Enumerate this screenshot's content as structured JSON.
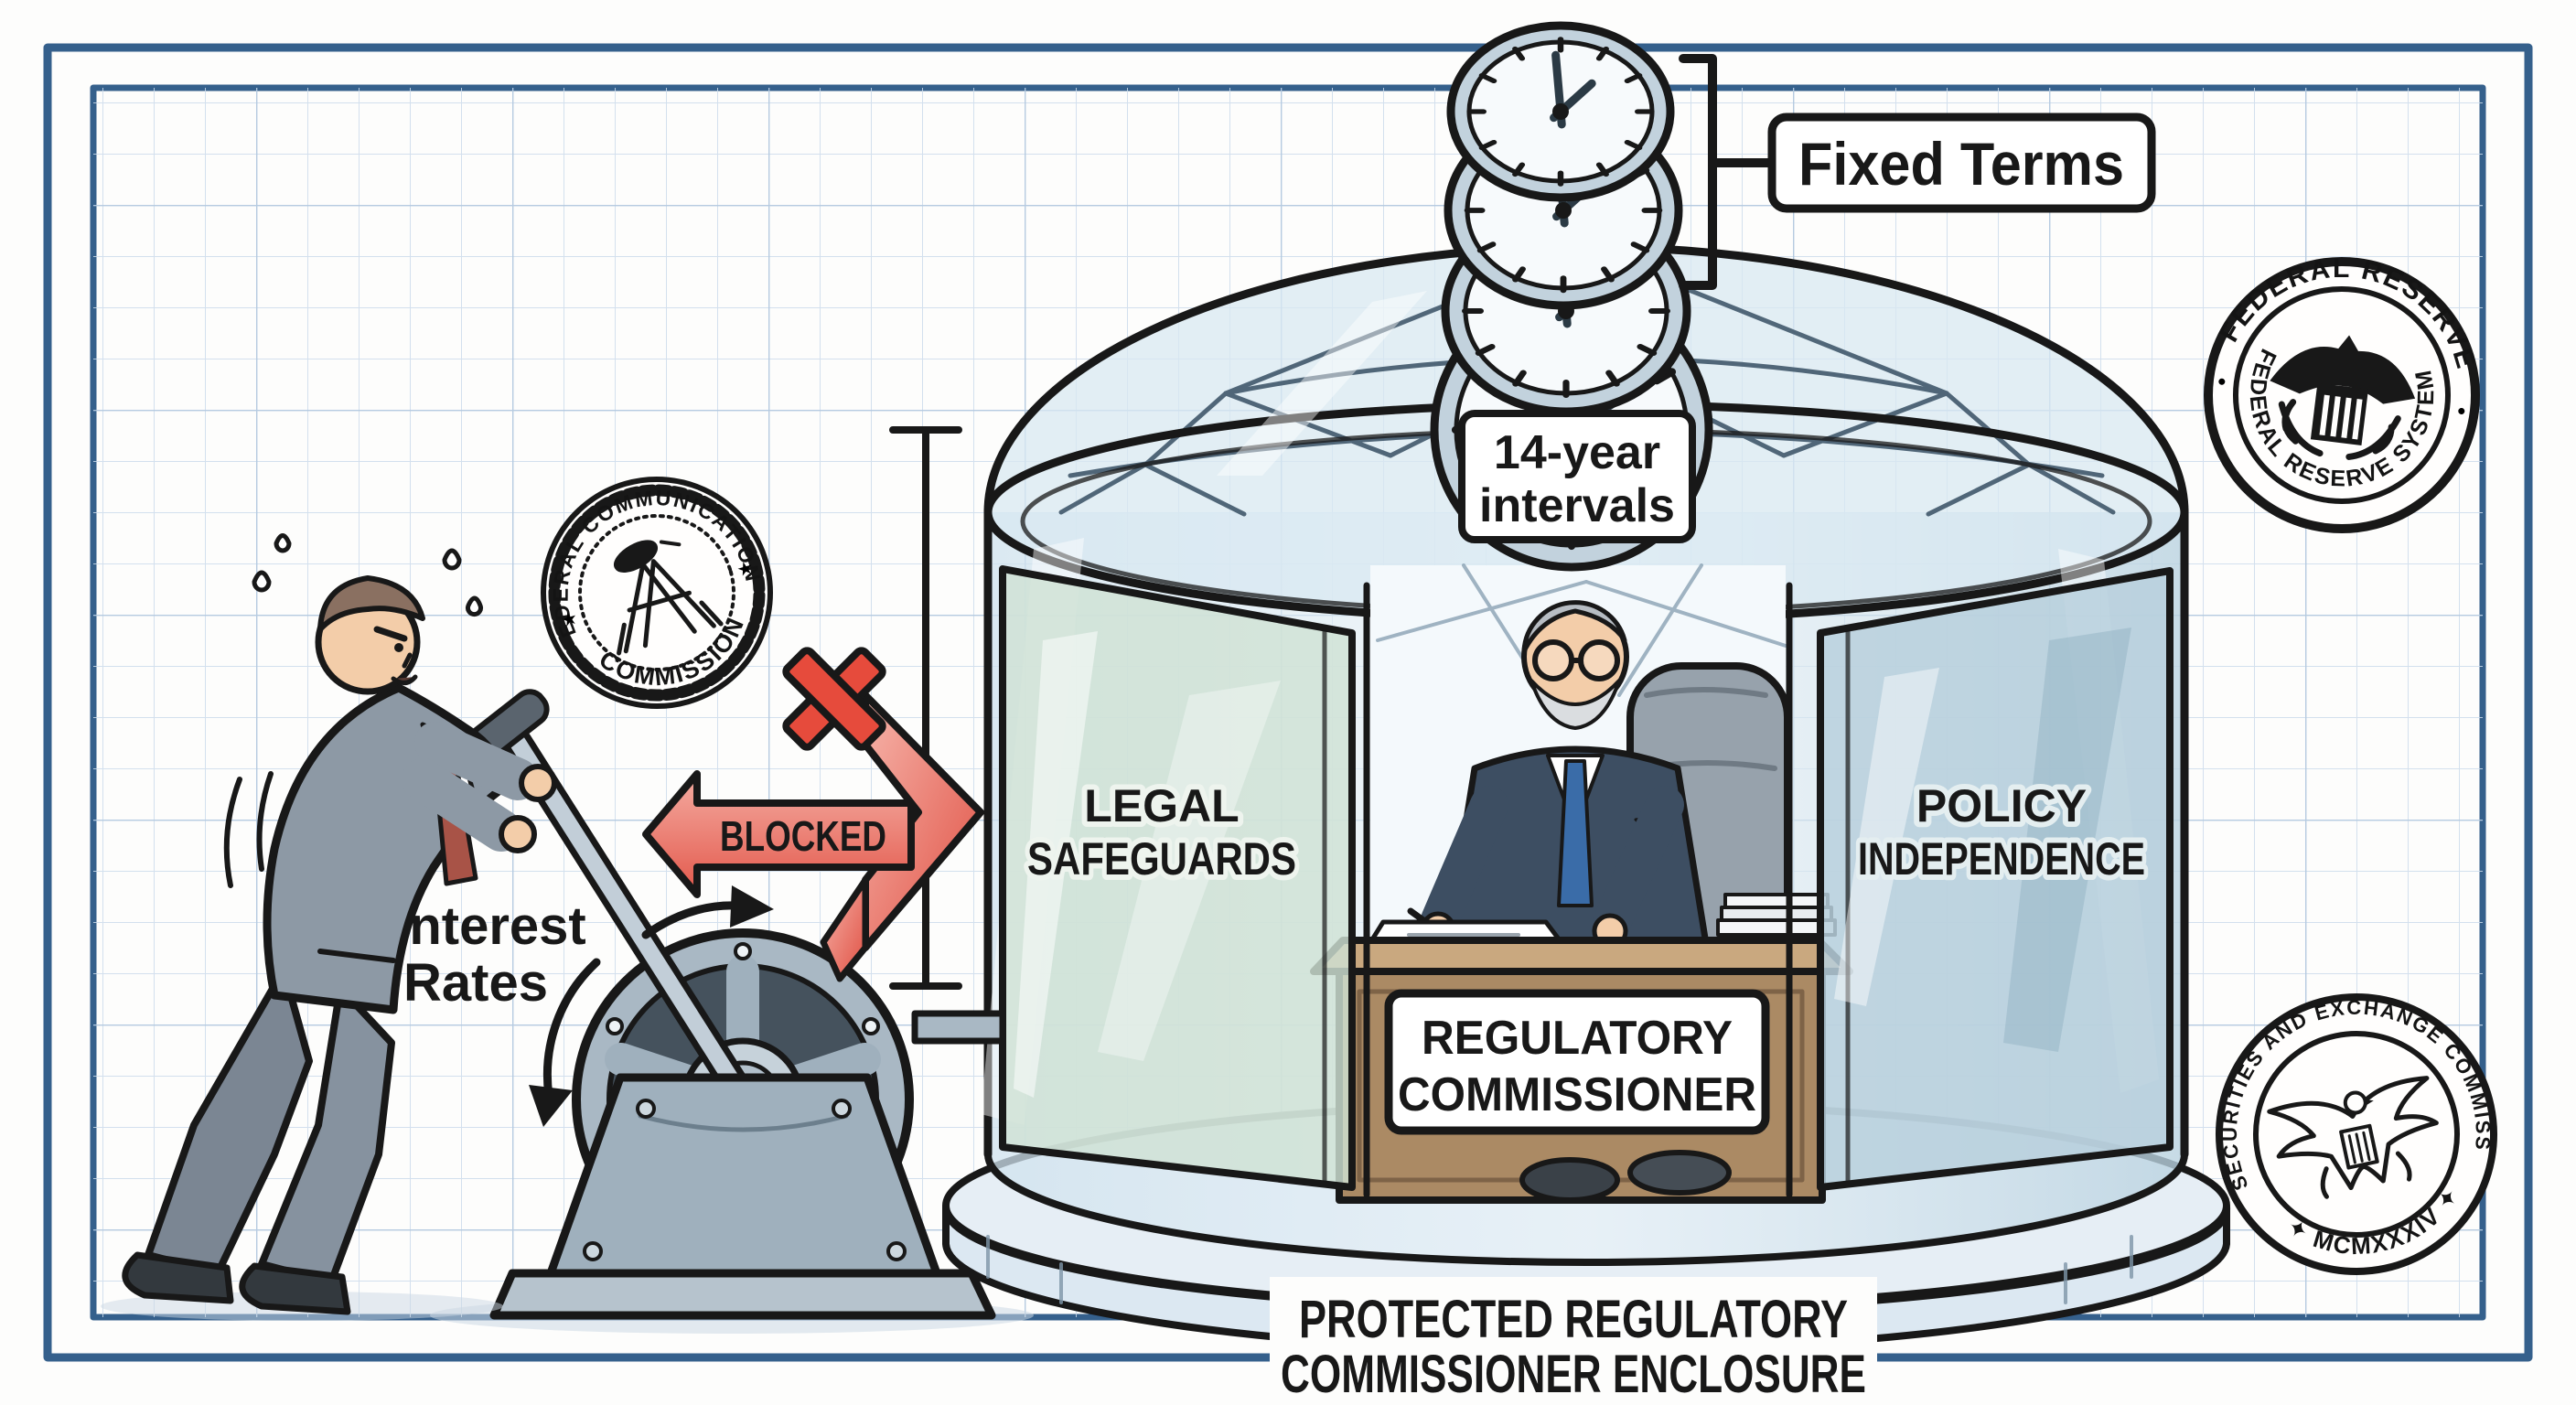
{
  "labels": {
    "fixed_terms": "Fixed Terms",
    "interval1": "14-year",
    "interval2": "intervals",
    "legal1": "LEGAL",
    "legal2": "SAFEGUARDS",
    "policy1": "POLICY",
    "policy2": "INDEPENDENCE",
    "sign1": "REGULATORY",
    "sign2": "COMMISSIONER",
    "interest1": "Interest",
    "interest2": "Rates",
    "blocked": "BLOCKED",
    "caption1": "PROTECTED REGULATORY",
    "caption2": "COMMISSIONER ENCLOSURE"
  },
  "seals": {
    "fcc_top": "FEDERAL COMMUNICATIONS",
    "fcc_bottom": "COMMISSION",
    "fcc_star_left": "★",
    "fcc_star_right": "★",
    "fed_top": "FEDERAL RESERVE",
    "fed_inner": "FEDERAL RESERVE SYSTEM",
    "fed_dot_left": "•",
    "fed_dot_right": "•",
    "sec_top": "U.S. SECURITIES AND EXCHANGE COMMISSION",
    "sec_bottom": "✦ MCMXXXIV ✦"
  },
  "colors": {
    "frame": "#35608c",
    "grid_minor": "#ccdbeb",
    "grid_major": "#a9c2db",
    "ink": "#181818",
    "red": "#e3584b",
    "red_light": "#f4aca2",
    "glass_green": "#d5e6d8",
    "glass_blue": "#c3d7e2",
    "steel": "#a9b8c4",
    "desk_brown": "#ab8a64",
    "suit_gray": "#8d99a5",
    "suit_navy": "#3d4e62"
  }
}
